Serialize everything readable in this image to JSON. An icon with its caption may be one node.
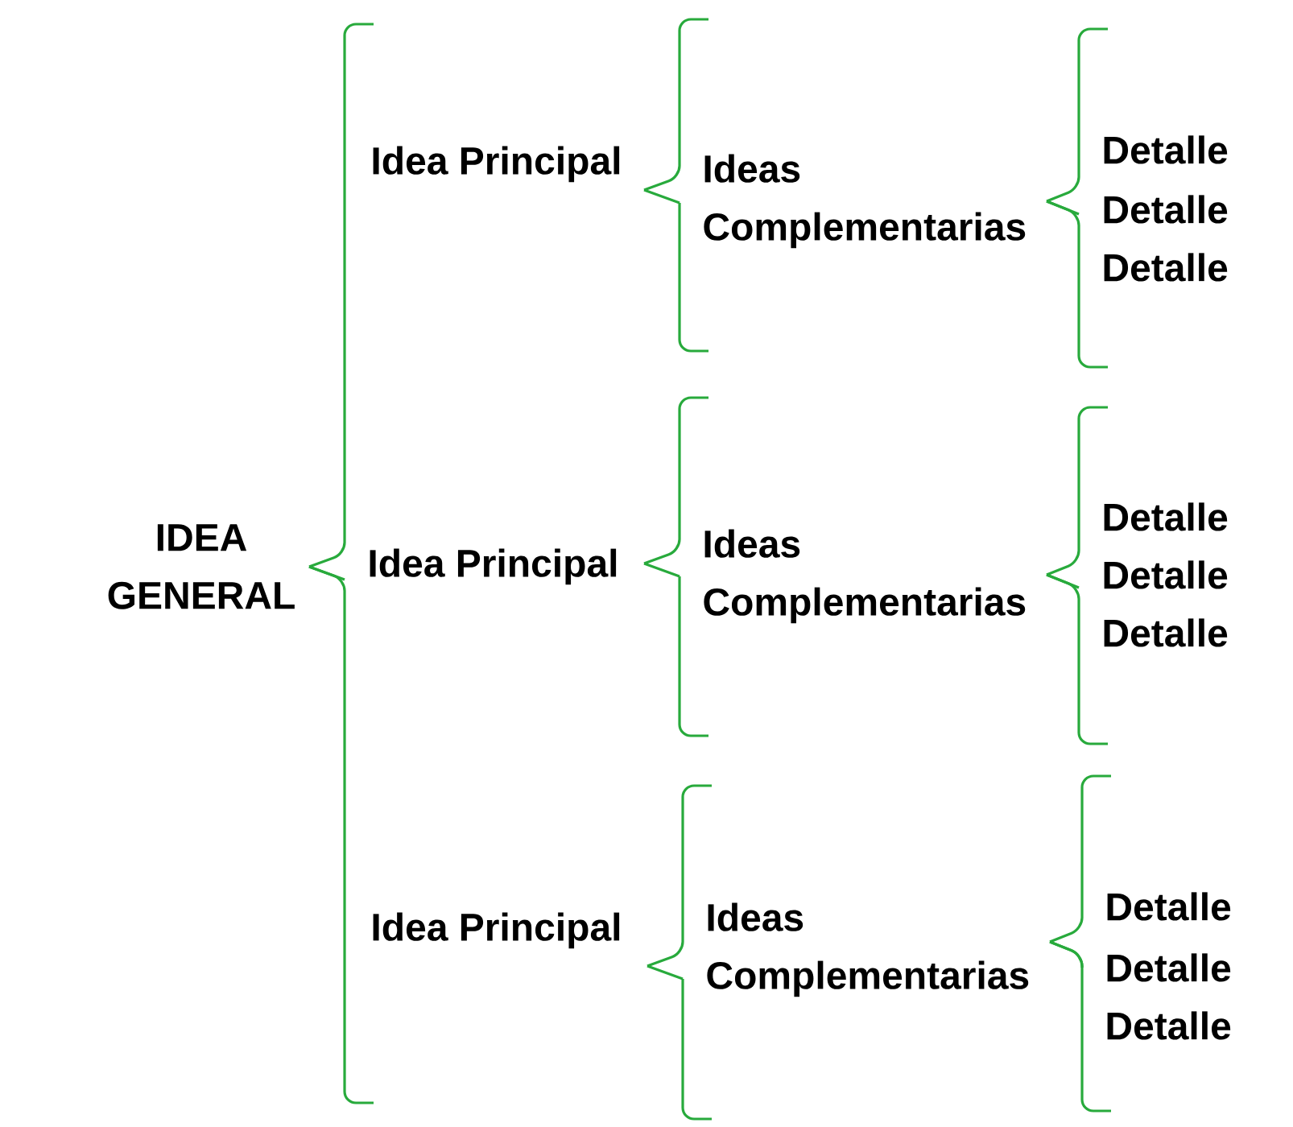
{
  "diagram": {
    "nodes": [
      {
        "text": [
          "IDEA GENERAL"
        ]
      },
      {
        "text": [
          "Idea Principal"
        ]
      },
      {
        "text": [
          "Ideas Complementarias"
        ]
      },
      {
        "text": [
          "Detalle"
        ]
      },
      {
        "text": [
          "Detalle"
        ]
      },
      {
        "text": [
          "Detalle"
        ]
      },
      {
        "text": [
          "Idea Principal"
        ]
      },
      {
        "text": [
          "Ideas Complementarias"
        ]
      },
      {
        "text": [
          "Detalle"
        ]
      },
      {
        "text": [
          "Detalle"
        ]
      },
      {
        "text": [
          "Detalle"
        ]
      },
      {
        "text": [
          "Idea Principal"
        ]
      },
      {
        "text": [
          "Ideas Complementarias"
        ]
      },
      {
        "text": [
          "Detalle"
        ]
      },
      {
        "text": [
          "Detalle"
        ]
      },
      {
        "text": [
          "Detalle"
        ]
      }
    ],
    "edges": [
      {
        "from": 0,
        "to": 1,
        "arrow": "none"
      },
      {
        "from": 0,
        "to": 6,
        "arrow": "none"
      },
      {
        "from": 0,
        "to": 11,
        "arrow": "none"
      },
      {
        "from": 1,
        "to": 2,
        "arrow": "none"
      },
      {
        "from": 2,
        "to": 3,
        "arrow": "none"
      },
      {
        "from": 2,
        "to": 4,
        "arrow": "none"
      },
      {
        "from": 2,
        "to": 5,
        "arrow": "none"
      },
      {
        "from": 6,
        "to": 7,
        "arrow": "none"
      },
      {
        "from": 7,
        "to": 8,
        "arrow": "none"
      },
      {
        "from": 7,
        "to": 9,
        "arrow": "none"
      },
      {
        "from": 7,
        "to": 10,
        "arrow": "none"
      },
      {
        "from": 11,
        "to": 12,
        "arrow": "none"
      },
      {
        "from": 12,
        "to": 13,
        "arrow": "none"
      },
      {
        "from": 12,
        "to": 14,
        "arrow": "none"
      },
      {
        "from": 12,
        "to": 15,
        "arrow": "none"
      }
    ]
  }
}
